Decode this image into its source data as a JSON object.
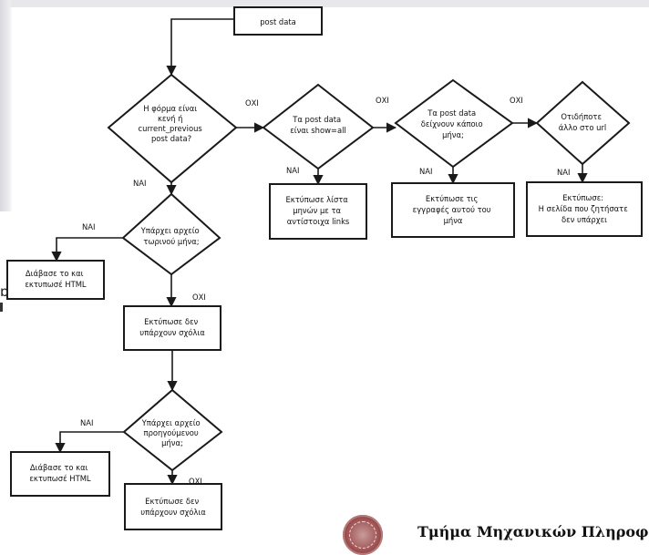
{
  "nodes": {
    "post_data": "post data",
    "decision_empty": [
      "Η φόρμα είναι",
      "κενή ή",
      "current_previous",
      "post data?"
    ],
    "decision_show_all": [
      "Τα post data",
      "είναι show=all"
    ],
    "decision_month": [
      "Τα post data",
      "δείχνουν κάποιο",
      "μήνα;"
    ],
    "decision_other": [
      "Οτιδήποτε",
      "άλλο στο url"
    ],
    "print_list": [
      "Εκτύπωσε  λίστα",
      "μηνών με τα",
      "αντίστοιχα links"
    ],
    "print_records": [
      "Εκτύπωσε τις",
      "εγγραφές αυτού του",
      "μήνα"
    ],
    "print_not_exist": [
      "Εκτύπωσε:",
      "Η σελίδα που ζητήσατε",
      "δεν υπάρχει"
    ],
    "decision_current_file": [
      "Υπάρχει αρχείο",
      "τωρινού μήνα;"
    ],
    "read_html_1": [
      "Διάβασε το και",
      "εκτυπωσέ HTML"
    ],
    "no_comments_1": [
      "Εκτύπωσε δεν",
      "υπάρχουν σχόλια"
    ],
    "decision_previous_file": [
      "Υπάρχει αρχείο",
      "προηγούμενου",
      "μήνα;"
    ],
    "read_html_2": [
      "Διάβασε το και",
      "εκτυπωσέ HTML"
    ],
    "no_comments_2": [
      "Εκτύπωσε δεν",
      "υπάρχουν σχόλια"
    ]
  },
  "edge_labels": {
    "no_1": "ΟΧΙ",
    "no_2": "ΟΧΙ",
    "no_3": "ΟΧΙ",
    "yes_empty": "ΝΑΙ",
    "yes_show_all": "ΝΑΙ",
    "yes_month": "ΝΑΙ",
    "yes_other": "ΝΑΙ",
    "yes_current": "ΝΑΙ",
    "no_current": "ΟΧΙ",
    "yes_previous": "ΝΑΙ",
    "no_previous": "ΟΧΙ"
  },
  "footer": {
    "department": "Τμήμα Μηχανικών Πληροφορι"
  },
  "colors": {
    "stroke": "#1a1a1a",
    "logo": "#8e3a3a"
  }
}
